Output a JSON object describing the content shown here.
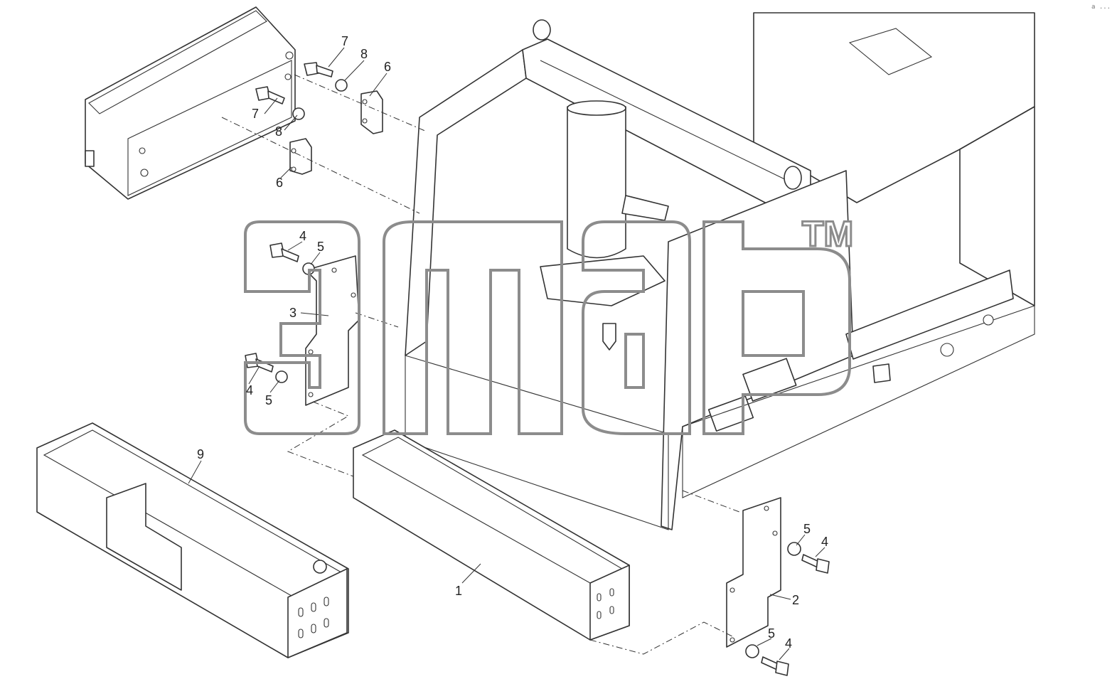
{
  "diagram": {
    "callouts": [
      {
        "id": "c7a",
        "label": "7"
      },
      {
        "id": "c8a",
        "label": "8"
      },
      {
        "id": "c6a",
        "label": "6"
      },
      {
        "id": "c7b",
        "label": "7"
      },
      {
        "id": "c8b",
        "label": "8"
      },
      {
        "id": "c6b",
        "label": "6"
      },
      {
        "id": "c4a",
        "label": "4"
      },
      {
        "id": "c5a",
        "label": "5"
      },
      {
        "id": "c3",
        "label": "3"
      },
      {
        "id": "c4b",
        "label": "4"
      },
      {
        "id": "c5b",
        "label": "5"
      },
      {
        "id": "c9",
        "label": "9"
      },
      {
        "id": "c1",
        "label": "1"
      },
      {
        "id": "c5c",
        "label": "5"
      },
      {
        "id": "c4c",
        "label": "4"
      },
      {
        "id": "c2",
        "label": "2"
      },
      {
        "id": "c5d",
        "label": "5"
      },
      {
        "id": "c4d",
        "label": "4"
      }
    ],
    "corner_mark": "a ...",
    "watermark": {
      "trademark": "TM",
      "colors": {
        "outline": "#8c8c8c",
        "line": "#333333"
      }
    }
  }
}
